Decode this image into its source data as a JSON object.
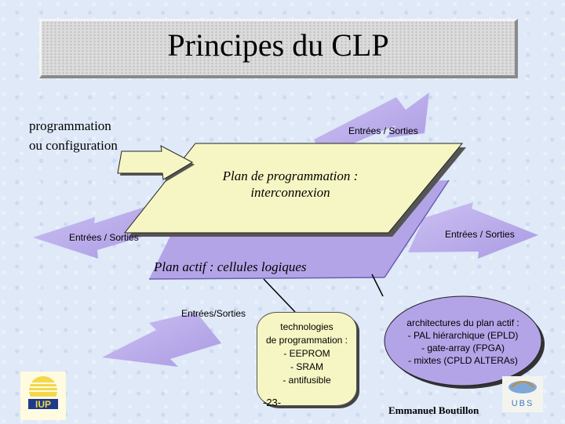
{
  "title": "Principes du CLP",
  "programming_label_lines": [
    "programmation",
    "ou configuration"
  ],
  "labels": {
    "io_top": "Entrées / Sorties",
    "io_left": "Entrées / Sorties",
    "io_right": "Entrées / Sorties",
    "io_bottom": "Entrées/Sorties"
  },
  "planes": {
    "programming_lines": [
      "Plan de programmation :",
      "interconnexion"
    ],
    "active": "Plan actif : cellules logiques"
  },
  "technologies_lines": [
    "technologies",
    "de programmation :",
    "- EEPROM",
    "- SRAM",
    "- antifusible"
  ],
  "architectures_lines": [
    "architectures du plan actif :",
    "- PAL hiérarchique (EPLD)",
    "- gate-array (FPGA)",
    "- mixtes (CPLD ALTERAs)"
  ],
  "footer": {
    "page_number": "-23-",
    "author": "Emmanuel Boutillon"
  },
  "logos": {
    "left_logo_text": "IUP",
    "right_logo_text": "UBS"
  },
  "colors": {
    "purple": "#b3a4e8",
    "yellow": "#f6f6c4",
    "background": "#dfe9f8"
  }
}
